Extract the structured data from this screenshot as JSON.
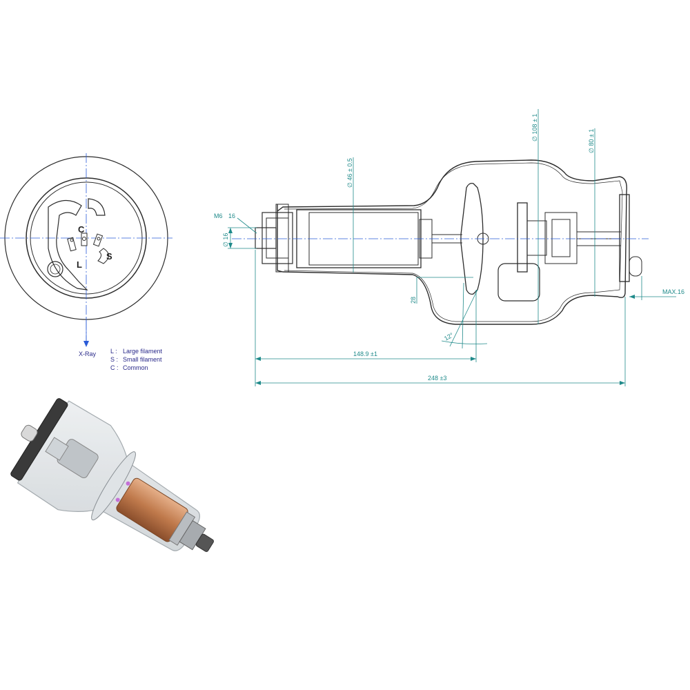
{
  "front_view": {
    "labels": {
      "common": "C",
      "large": "L",
      "small": "S"
    },
    "xray_label": "X-Ray",
    "legend": [
      {
        "key": "L :",
        "text": "Large filament"
      },
      {
        "key": "S :",
        "text": "Small filament"
      },
      {
        "key": "C :",
        "text": "Common"
      }
    ]
  },
  "side_view": {
    "dims": {
      "thread": "M6",
      "thread_depth": "16",
      "d16": "∅ 16",
      "d46": "∅ 46 ± 0.5",
      "d108": "∅ 108 ± 1",
      "d80": "∅ 80 ± 1",
      "h28": "28",
      "angle": "12°",
      "l148": "148.9 ±1",
      "l248": "248 ±3",
      "max16": "MAX.16"
    }
  },
  "colors": {
    "outline": "#2b2b2b",
    "dimension": "#1f8a8a",
    "centerline": "#2a5bd7",
    "copper": "#c8865a",
    "glass": "#d9dde0"
  }
}
